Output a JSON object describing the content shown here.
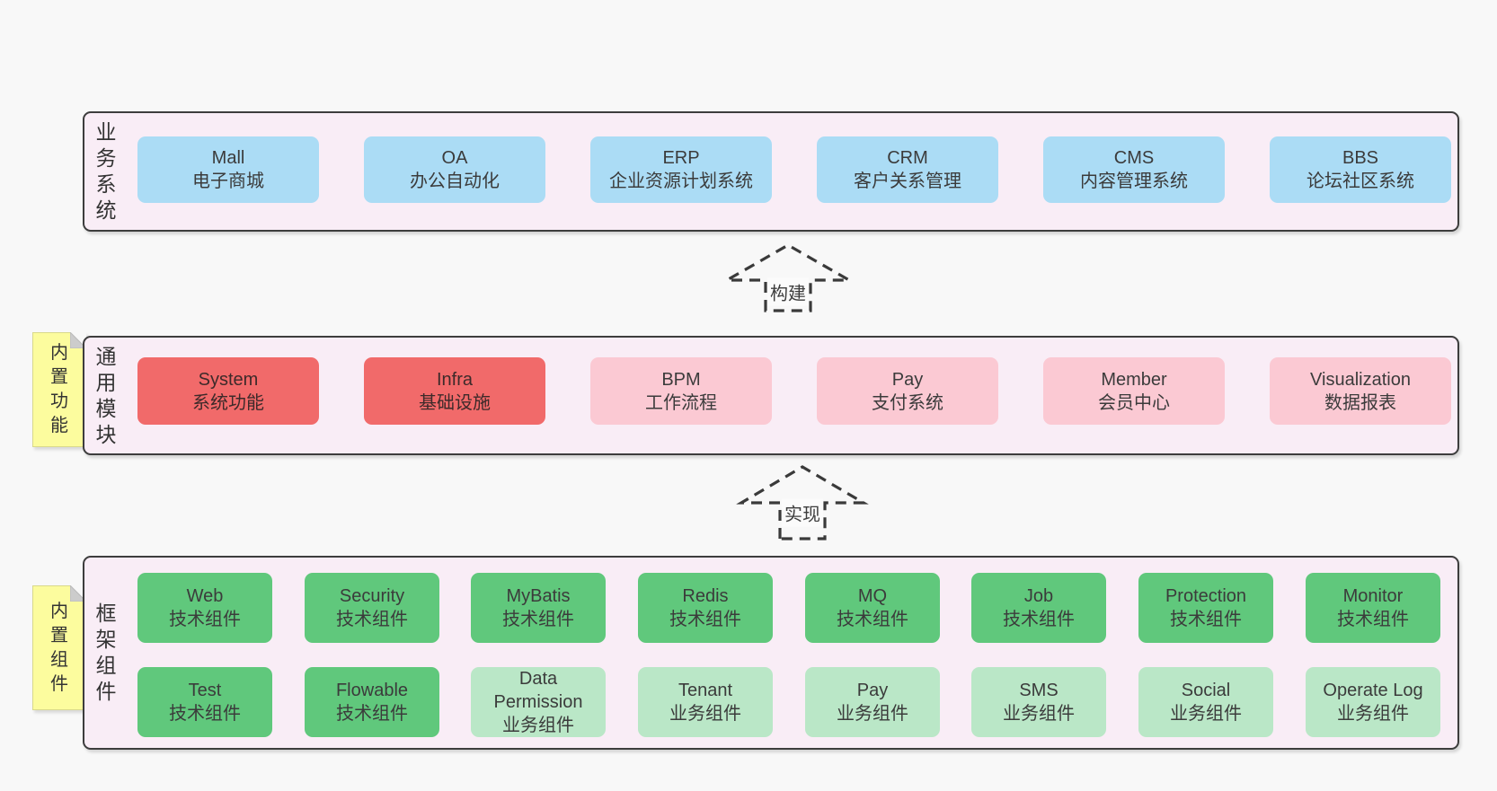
{
  "palette": {
    "page_bg": "#f8f8f8",
    "container_bg": "#f9edf6",
    "container_border": "#3d3d3d",
    "blue": "#abdcf5",
    "red": "#f16a6a",
    "pink": "#fbc9d3",
    "green": "#60c87c",
    "light_green": "#bae7c7",
    "sticky_yellow": "#fcfc9e",
    "fold_gray": "#cccccc"
  },
  "arrows": [
    {
      "label": "构建"
    },
    {
      "label": "实现"
    }
  ],
  "layers": [
    {
      "label": "业务系统",
      "boxes": [
        {
          "title": "Mall",
          "subtitle": "电子商城",
          "variant": "blue"
        },
        {
          "title": "OA",
          "subtitle": "办公自动化",
          "variant": "blue"
        },
        {
          "title": "ERP",
          "subtitle": "企业资源计划系统",
          "variant": "blue"
        },
        {
          "title": "CRM",
          "subtitle": "客户关系管理",
          "variant": "blue"
        },
        {
          "title": "CMS",
          "subtitle": "内容管理系统",
          "variant": "blue"
        },
        {
          "title": "BBS",
          "subtitle": "论坛社区系统",
          "variant": "blue"
        }
      ]
    },
    {
      "label": "通用模块",
      "sticky": "内置功能",
      "boxes": [
        {
          "title": "System",
          "subtitle": "系统功能",
          "variant": "red"
        },
        {
          "title": "Infra",
          "subtitle": "基础设施",
          "variant": "red"
        },
        {
          "title": "BPM",
          "subtitle": "工作流程",
          "variant": "pink"
        },
        {
          "title": "Pay",
          "subtitle": "支付系统",
          "variant": "pink"
        },
        {
          "title": "Member",
          "subtitle": "会员中心",
          "variant": "pink"
        },
        {
          "title": "Visualization",
          "subtitle": "数据报表",
          "variant": "pink"
        }
      ]
    },
    {
      "label": "框架组件",
      "sticky": "内置组件",
      "boxes": [
        {
          "title": "Web",
          "subtitle": "技术组件",
          "variant": "green"
        },
        {
          "title": "Security",
          "subtitle": "技术组件",
          "variant": "green"
        },
        {
          "title": "MyBatis",
          "subtitle": "技术组件",
          "variant": "green"
        },
        {
          "title": "Redis",
          "subtitle": "技术组件",
          "variant": "green"
        },
        {
          "title": "MQ",
          "subtitle": "技术组件",
          "variant": "green"
        },
        {
          "title": "Job",
          "subtitle": "技术组件",
          "variant": "green"
        },
        {
          "title": "Protection",
          "subtitle": "技术组件",
          "variant": "green"
        },
        {
          "title": "Monitor",
          "subtitle": "技术组件",
          "variant": "green"
        },
        {
          "title": "Test",
          "subtitle": "技术组件",
          "variant": "green"
        },
        {
          "title": "Flowable",
          "subtitle": "技术组件",
          "variant": "green"
        },
        {
          "title": "Data Permission",
          "subtitle": "业务组件",
          "variant": "lightgreen"
        },
        {
          "title": "Tenant",
          "subtitle": "业务组件",
          "variant": "lightgreen"
        },
        {
          "title": "Pay",
          "subtitle": "业务组件",
          "variant": "lightgreen"
        },
        {
          "title": "SMS",
          "subtitle": "业务组件",
          "variant": "lightgreen"
        },
        {
          "title": "Social",
          "subtitle": "业务组件",
          "variant": "lightgreen"
        },
        {
          "title": "Operate Log",
          "subtitle": "业务组件",
          "variant": "lightgreen"
        }
      ]
    }
  ]
}
